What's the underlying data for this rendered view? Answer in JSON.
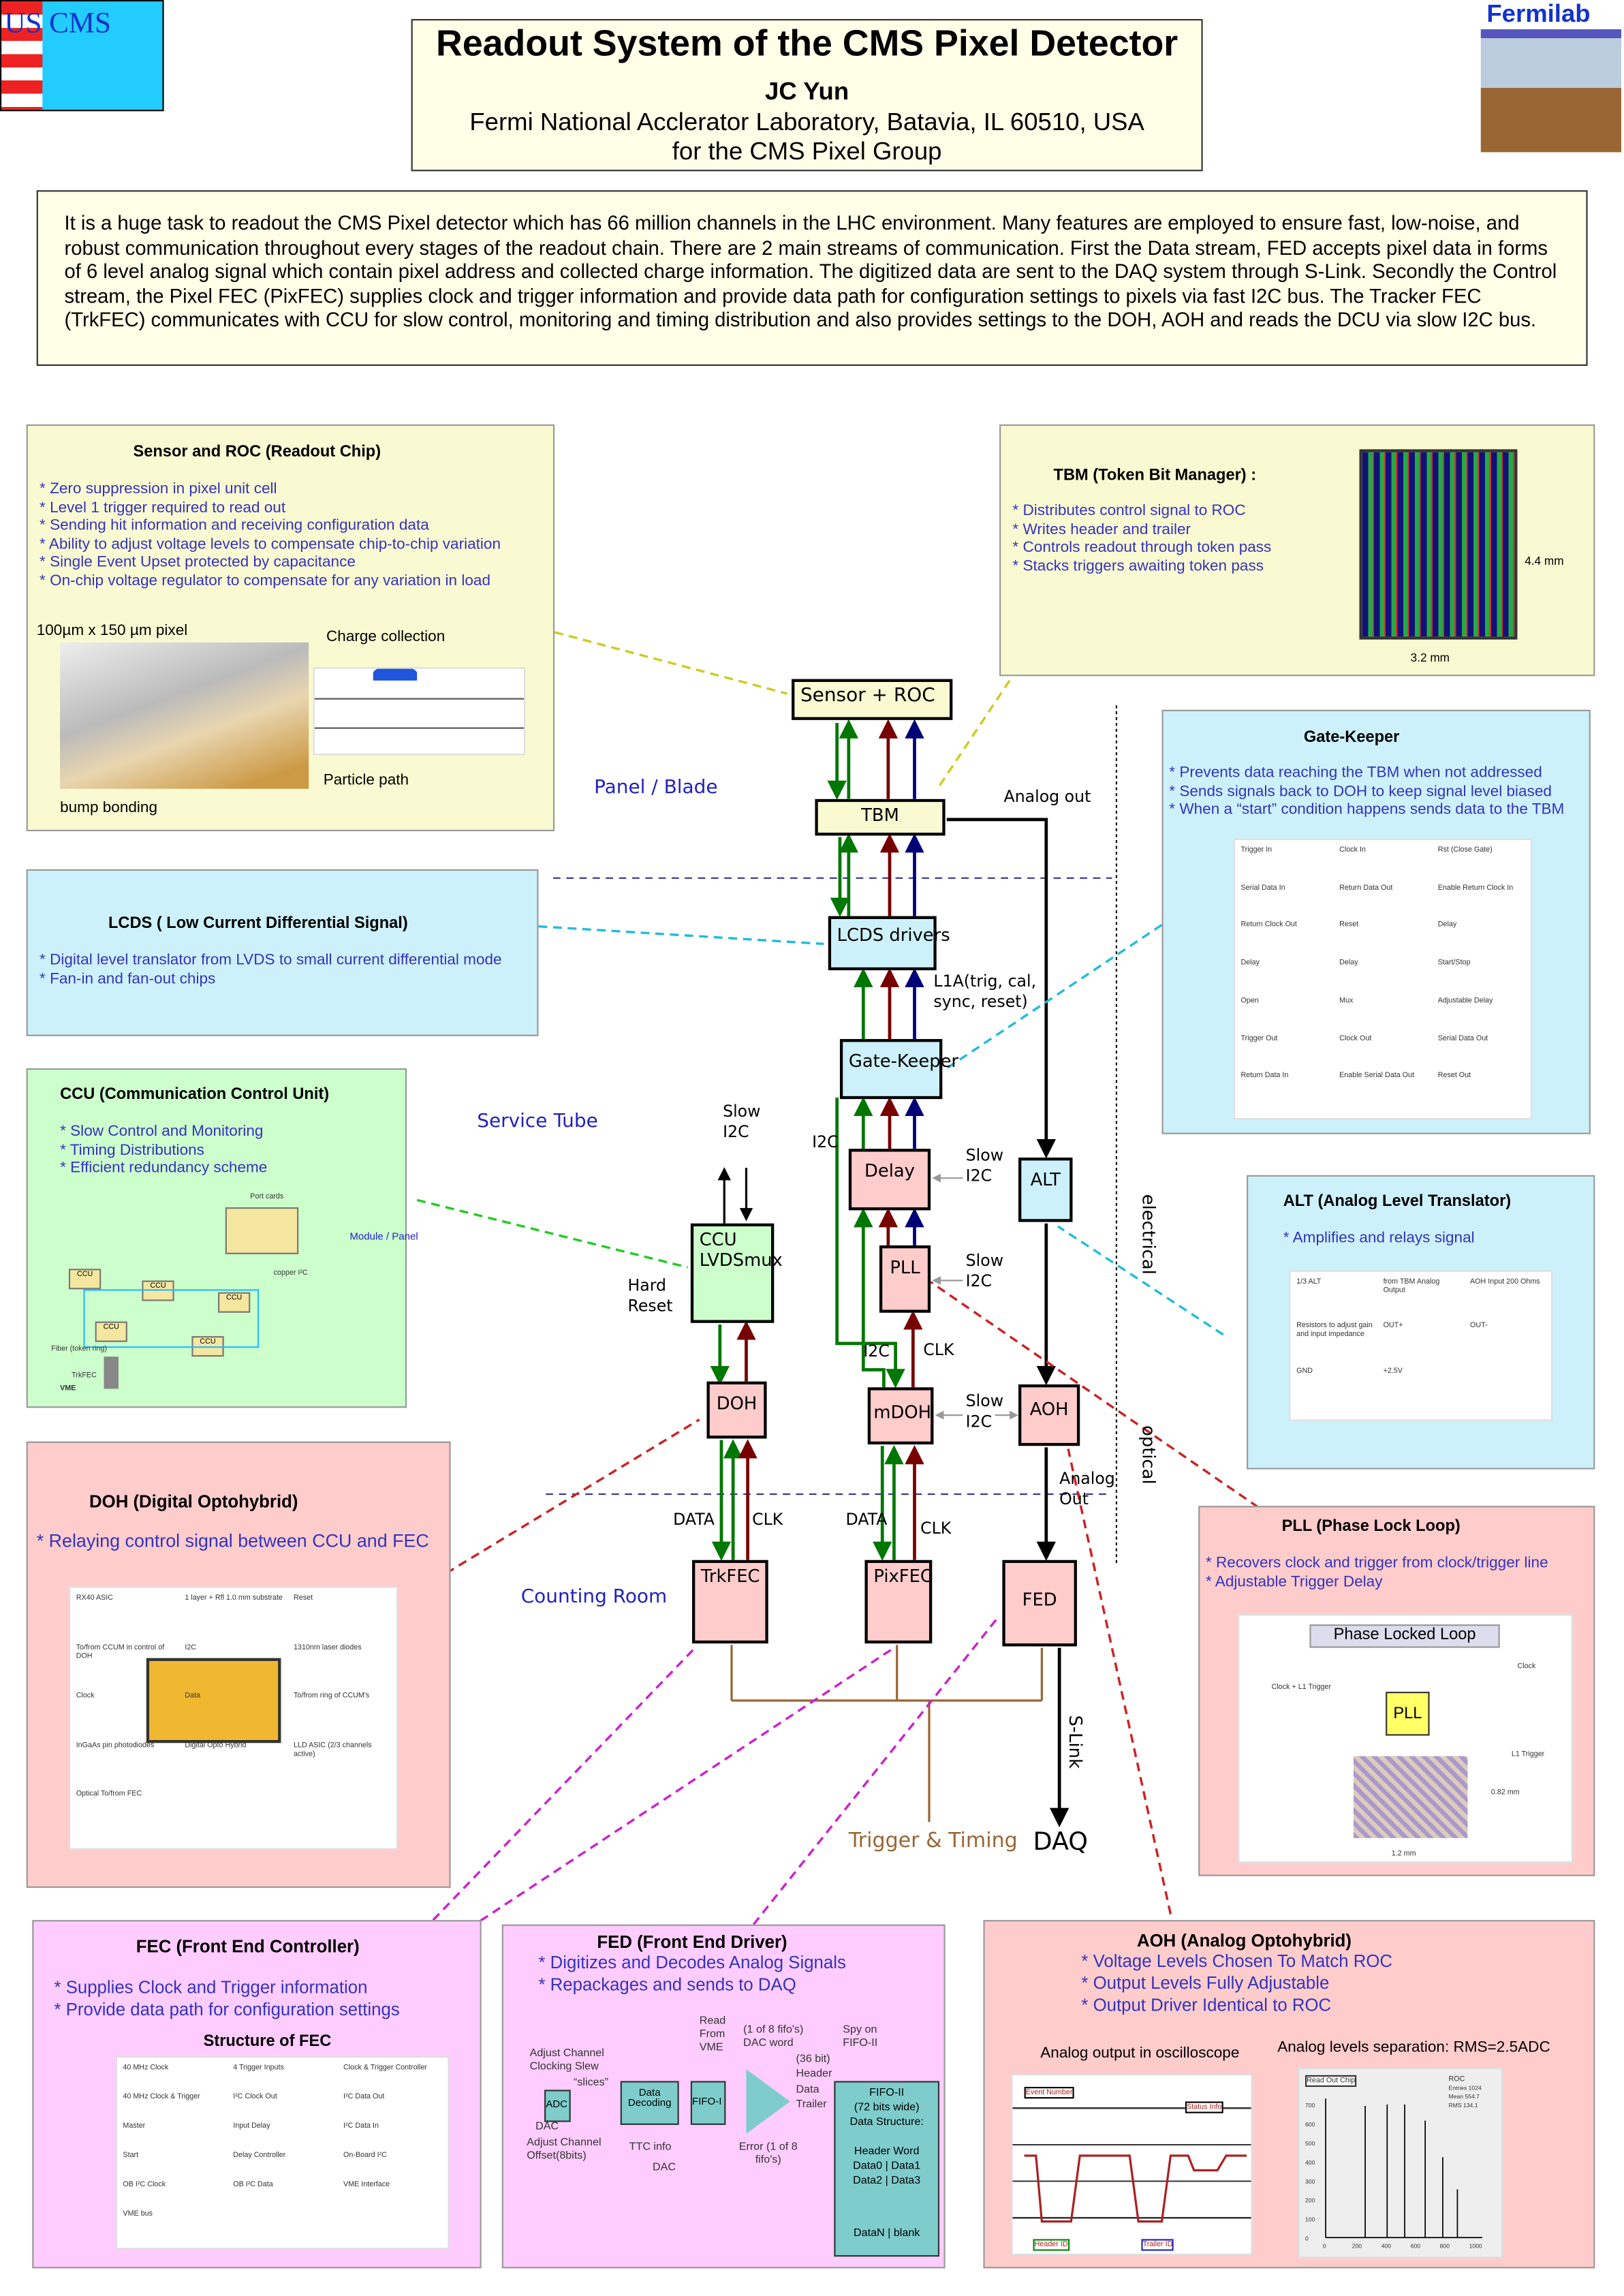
{
  "header": {
    "title": "Readout System of the CMS Pixel Detector",
    "author": "JC Yun",
    "affiliation": "Fermi National Acclerator Laboratory, Batavia, IL 60510, USA",
    "group": "for the CMS Pixel Group",
    "logo_left": "US CMS",
    "logo_right": "Fermilab"
  },
  "abstract": "It is a huge task to readout the CMS Pixel detector which has 66 million channels in the LHC environment. Many features are employed to ensure fast, low-noise, and robust communication throughout every stages of the readout chain. There are 2 main streams of communication. First the Data stream, FED accepts pixel data in forms of 6 level analog signal which contain pixel address and collected charge information. The digitized data are sent to the DAQ system through S-Link. Secondly the Control stream, the Pixel FEC (PixFEC) supplies clock and trigger information and provide data path for configuration settings to pixels via fast I2C bus. The Tracker FEC (TrkFEC) communicates with CCU for slow control, monitoring and timing distribution and also provides settings to the DOH, AOH and reads the DCU via slow I2C bus.",
  "panels": {
    "sensor": {
      "title": "Sensor and ROC (Readout Chip)",
      "bullets": [
        "Zero suppression in pixel unit cell",
        "Level 1 trigger required to read out",
        "Sending hit information and  receiving configuration data",
        "Ability to adjust voltage levels to compensate chip-to-chip variation",
        "Single Event Upset protected by capacitance",
        "On-chip voltage regulator to compensate for any variation in load"
      ],
      "pixel_label": "100µm x 150 µm pixel",
      "charge_label": "Charge collection",
      "particle_label": "Particle path",
      "bump_label": "bump bonding"
    },
    "tbm": {
      "title": "TBM (Token Bit Manager) :",
      "bullets": [
        "Distributes control signal to ROC",
        "Writes header and trailer",
        "Controls readout through token pass",
        "Stacks triggers awaiting token pass"
      ],
      "dim_h": "4.4 mm",
      "dim_w": "3.2 mm"
    },
    "gatekeeper": {
      "title": "Gate-Keeper",
      "bullets": [
        "Prevents data reaching the TBM when not addressed",
        "Sends signals back to DOH to keep signal level biased",
        "When a “start” condition happens sends data to the TBM"
      ],
      "fig_labels": [
        "Trigger In",
        "Clock In",
        "Rst (Close Gate)",
        "Serial Data In",
        "Return Data Out",
        "Enable Return Clock In",
        "Return Clock Out",
        "Reset",
        "Delay",
        "Delay",
        "Delay",
        "Start/Stop",
        "Open",
        "Mux",
        "Adjustable Delay",
        "Trigger Out",
        "Clock Out",
        "Serial Data Out",
        "Return Data In",
        "Enable Serial Data Out",
        "Reset Out"
      ]
    },
    "lcds": {
      "title": "LCDS ( Low Current Differential Signal)",
      "bullets": [
        "Digital level translator from LVDS to small current differential mode",
        "Fan-in and fan-out chips"
      ]
    },
    "ccu": {
      "title": "CCU  (Communication Control Unit)",
      "bullets": [
        "Slow Control and Monitoring",
        "Timing Distributions",
        "Efficient redundancy scheme"
      ],
      "fig_labels": {
        "port_cards": "Port cards",
        "module": "Module / Panel",
        "copper": "copper I²C",
        "ccu": "CCU",
        "fiber": "Fiber (token ring)",
        "trkfec": "TrkFEC",
        "vme": "VME"
      }
    },
    "alt": {
      "title": "ALT (Analog Level Translator)",
      "bullets": [
        "Amplifies and relays signal"
      ],
      "fig_labels": [
        "1/3 ALT",
        "from TBM Analog Output",
        "AOH Input 200 Ohms",
        "Resistors to adjust gain and input impedance",
        "OUT+",
        "OUT-",
        "GND",
        "+2.5V"
      ]
    },
    "doh": {
      "title": "DOH (Digital Optohybrid)",
      "bullets": [
        "Relaying control signal between CCU and FEC"
      ],
      "fig_labels": [
        "RX40 ASIC",
        "1 layer + Rfl 1.0 mm substrate",
        "Reset",
        "To/from CCUM in control of DOH",
        "I2C",
        "1310nm laser diodes",
        "Clock",
        "Data",
        "To/from ring of CCUM's",
        "InGaAs pin photodiodes",
        "Digital Opto Hybrid",
        "LLD ASIC (2/3 channels active)",
        "Optical To/from FEC"
      ]
    },
    "pll": {
      "title": "PLL (Phase Lock Loop)",
      "bullets": [
        "Recovers clock and trigger from clock/trigger line",
        "Adjustable Trigger Delay"
      ],
      "fig_title": "Phase Locked Loop",
      "fig_labels": {
        "in": "Clock + L1 Trigger",
        "clock": "Clock",
        "trigger": "L1 Trigger",
        "chip": "PLL",
        "dim_h": "0.82 mm",
        "dim_w": "1.2 mm"
      }
    },
    "fec": {
      "title": "FEC (Front End Controller)",
      "bullets": [
        "Supplies Clock and Trigger information",
        "Provide data  path for configuration settings"
      ],
      "fig_title": "Structure of FEC",
      "fig_labels": [
        "40 MHz Clock",
        "4 Trigger Inputs",
        "Clock & Trigger Controller",
        "40 MHz Clock & Trigger",
        "I²C Clock Out",
        "I²C Data Out",
        "Master",
        "Input Delay",
        "I²C Data In",
        "Start",
        "Delay Controller",
        "On-Board I²C",
        "OB I²C Clock",
        "OB I²C Data",
        "VME Interface",
        "VME bus"
      ]
    },
    "fed": {
      "title": "FED (Front End Driver)",
      "bullets": [
        "Digitizes and Decodes Analog Signals",
        "Repackages and sends to DAQ"
      ],
      "fig_labels": {
        "adjust_slew": "Adjust Channel Clocking Slew",
        "read_vme": "Read From VME",
        "fifo_dac": "(1 of 8 fifo's) DAC word",
        "spy": "Spy on FIFO-II",
        "slices": "“slices”",
        "bits36": "(36 bit)",
        "header": "Header",
        "data": "Data",
        "trailer": "Trailer",
        "adc": "ADC",
        "decoding": "Data Decoding",
        "fifo1": "FIFO-I",
        "fifo2": "FIFO-II",
        "wide": "(72 bits wide)",
        "structure": "Data Structure:",
        "header_word": "Header Word",
        "d01": "Data0 | Data1",
        "d23": "Data2 | Data3",
        "dn": "DataN | blank",
        "dac": "DAC",
        "offset": "Adjust Channel Offset(8bits)",
        "ttc": "TTC info",
        "dac2": "DAC",
        "error": "Error (1 of 8 fifo's)"
      }
    },
    "aoh": {
      "title": "AOH (Analog Optohybrid)",
      "bullets": [
        "Voltage Levels Chosen To Match ROC",
        "Output Levels Fully Adjustable",
        "Output Driver Identical to ROC"
      ],
      "scope_label": "Analog output in oscilloscope",
      "levels_label": "Analog levels separation: RMS=2.5ADC",
      "scope_tags": {
        "event": "Event Number",
        "status": "Status Info",
        "header": "Header ID",
        "trailer": "Trailer ID"
      },
      "hist": {
        "title": "Read Out Chip",
        "legend": "ROC",
        "entries": "Entries  1024",
        "mean": "Mean  554.7",
        "rms": "RMS  134.1",
        "yticks": [
          "700",
          "600",
          "500",
          "400",
          "300",
          "200",
          "100",
          "0"
        ],
        "xticks": [
          "0",
          "200",
          "400",
          "600",
          "800",
          "1000"
        ]
      }
    }
  },
  "diagram": {
    "blocks": {
      "sensor_roc": "Sensor + ROC",
      "tbm": "TBM",
      "lcds": "LCDS drivers",
      "gatekeeper": "Gate-Keeper",
      "delay": "Delay",
      "pll": "PLL",
      "alt": "ALT",
      "ccu": "CCU LVDSmux",
      "doh": "DOH",
      "mdoh": "mDOH",
      "aoh": "AOH",
      "trkfec": "TrkFEC",
      "pixfec": "PixFEC",
      "fed": "FED"
    },
    "labels": {
      "analog_out": "Analog out",
      "l1a": "L1A(trig, cal,\nsync, reset)",
      "slow_i2c": "Slow\nI2C",
      "i2c": "I2C",
      "clk": "CLK",
      "data": "DATA",
      "hard_reset": "Hard\nReset",
      "analog_out2": "Analog\nOut",
      "daq": "DAQ",
      "trigger_timing": "Trigger & Timing",
      "slink": "S-Link",
      "electrical": "electrical",
      "optical": "optical"
    },
    "sections": {
      "panel_blade": "Panel / Blade",
      "service_tube": "Service Tube",
      "counting_room": "Counting Room"
    }
  },
  "colors": {
    "control": "#007700",
    "clock": "#770000",
    "trigger": "#000077",
    "timing": "#996633",
    "section": "#2222bb",
    "bullet": "#3333bb"
  }
}
